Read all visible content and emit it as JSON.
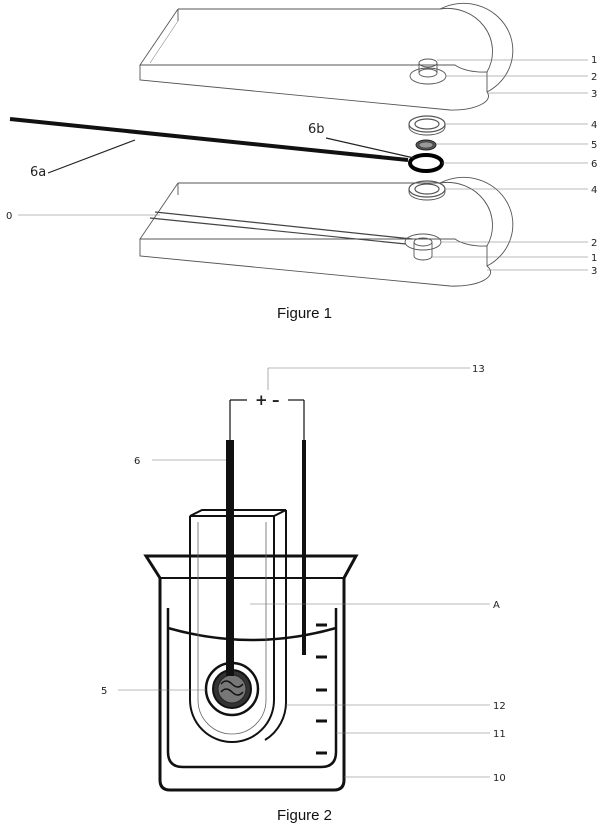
{
  "figure1": {
    "caption": "Figure 1",
    "labels": {
      "l1_top": "1",
      "l2_top": "2",
      "l3_top": "3",
      "l4_top": "4",
      "l5": "5",
      "l6": "6",
      "l4_bottom": "4",
      "l2_bottom": "2",
      "l1_bottom": "1",
      "l3_bottom": "3",
      "l0": "0",
      "l6a": "6a",
      "l6b": "6b"
    }
  },
  "figure2": {
    "caption": "Figure 2",
    "labels": {
      "l13": "13",
      "l6": "6",
      "lA": "A",
      "l5": "5",
      "l12": "12",
      "l11": "11",
      "l10": "10"
    },
    "polarity": {
      "plus": "+",
      "minus": "–"
    }
  }
}
